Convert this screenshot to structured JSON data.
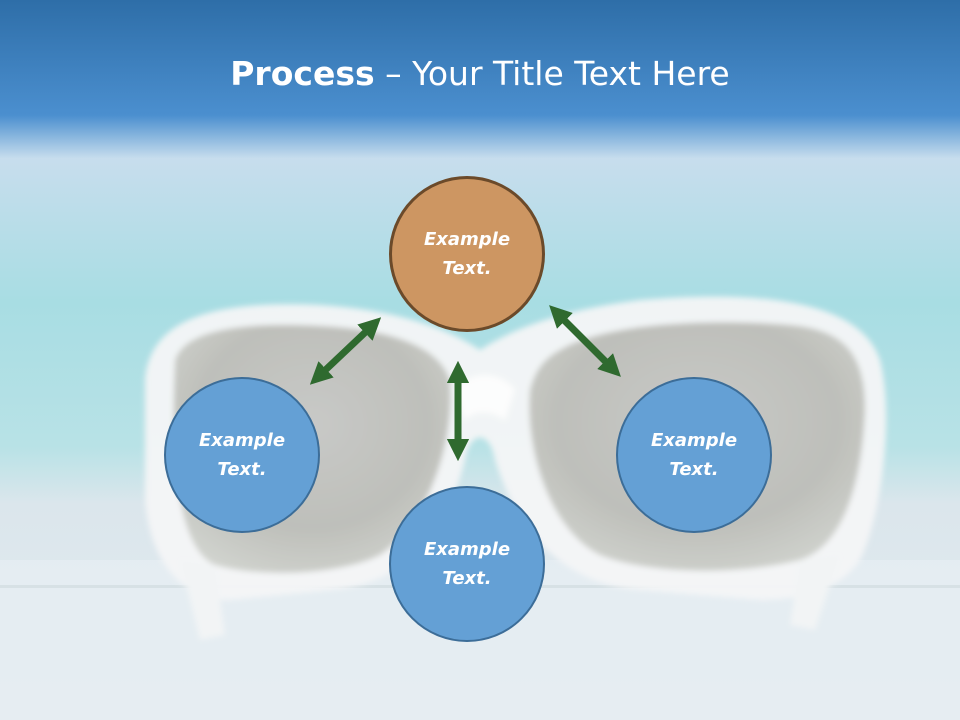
{
  "title": {
    "bold": "Process",
    "rest": " – Your Title Text Here"
  },
  "nodes": {
    "top": "Example Text.",
    "left": "Example Text.",
    "right": "Example Text.",
    "bottom": "Example Text."
  },
  "colors": {
    "top_node_fill": "#cd9662",
    "top_node_border": "#6b4a2a",
    "node_fill": "#64a0d5",
    "node_border": "#3c6d98",
    "arrow": "#2f6a2f",
    "header_band": "#3d7fbd"
  },
  "arrows": [
    {
      "from": "top",
      "to": "left",
      "type": "double"
    },
    {
      "from": "top",
      "to": "right",
      "type": "double"
    },
    {
      "from": "top",
      "to": "bottom",
      "type": "double"
    }
  ]
}
